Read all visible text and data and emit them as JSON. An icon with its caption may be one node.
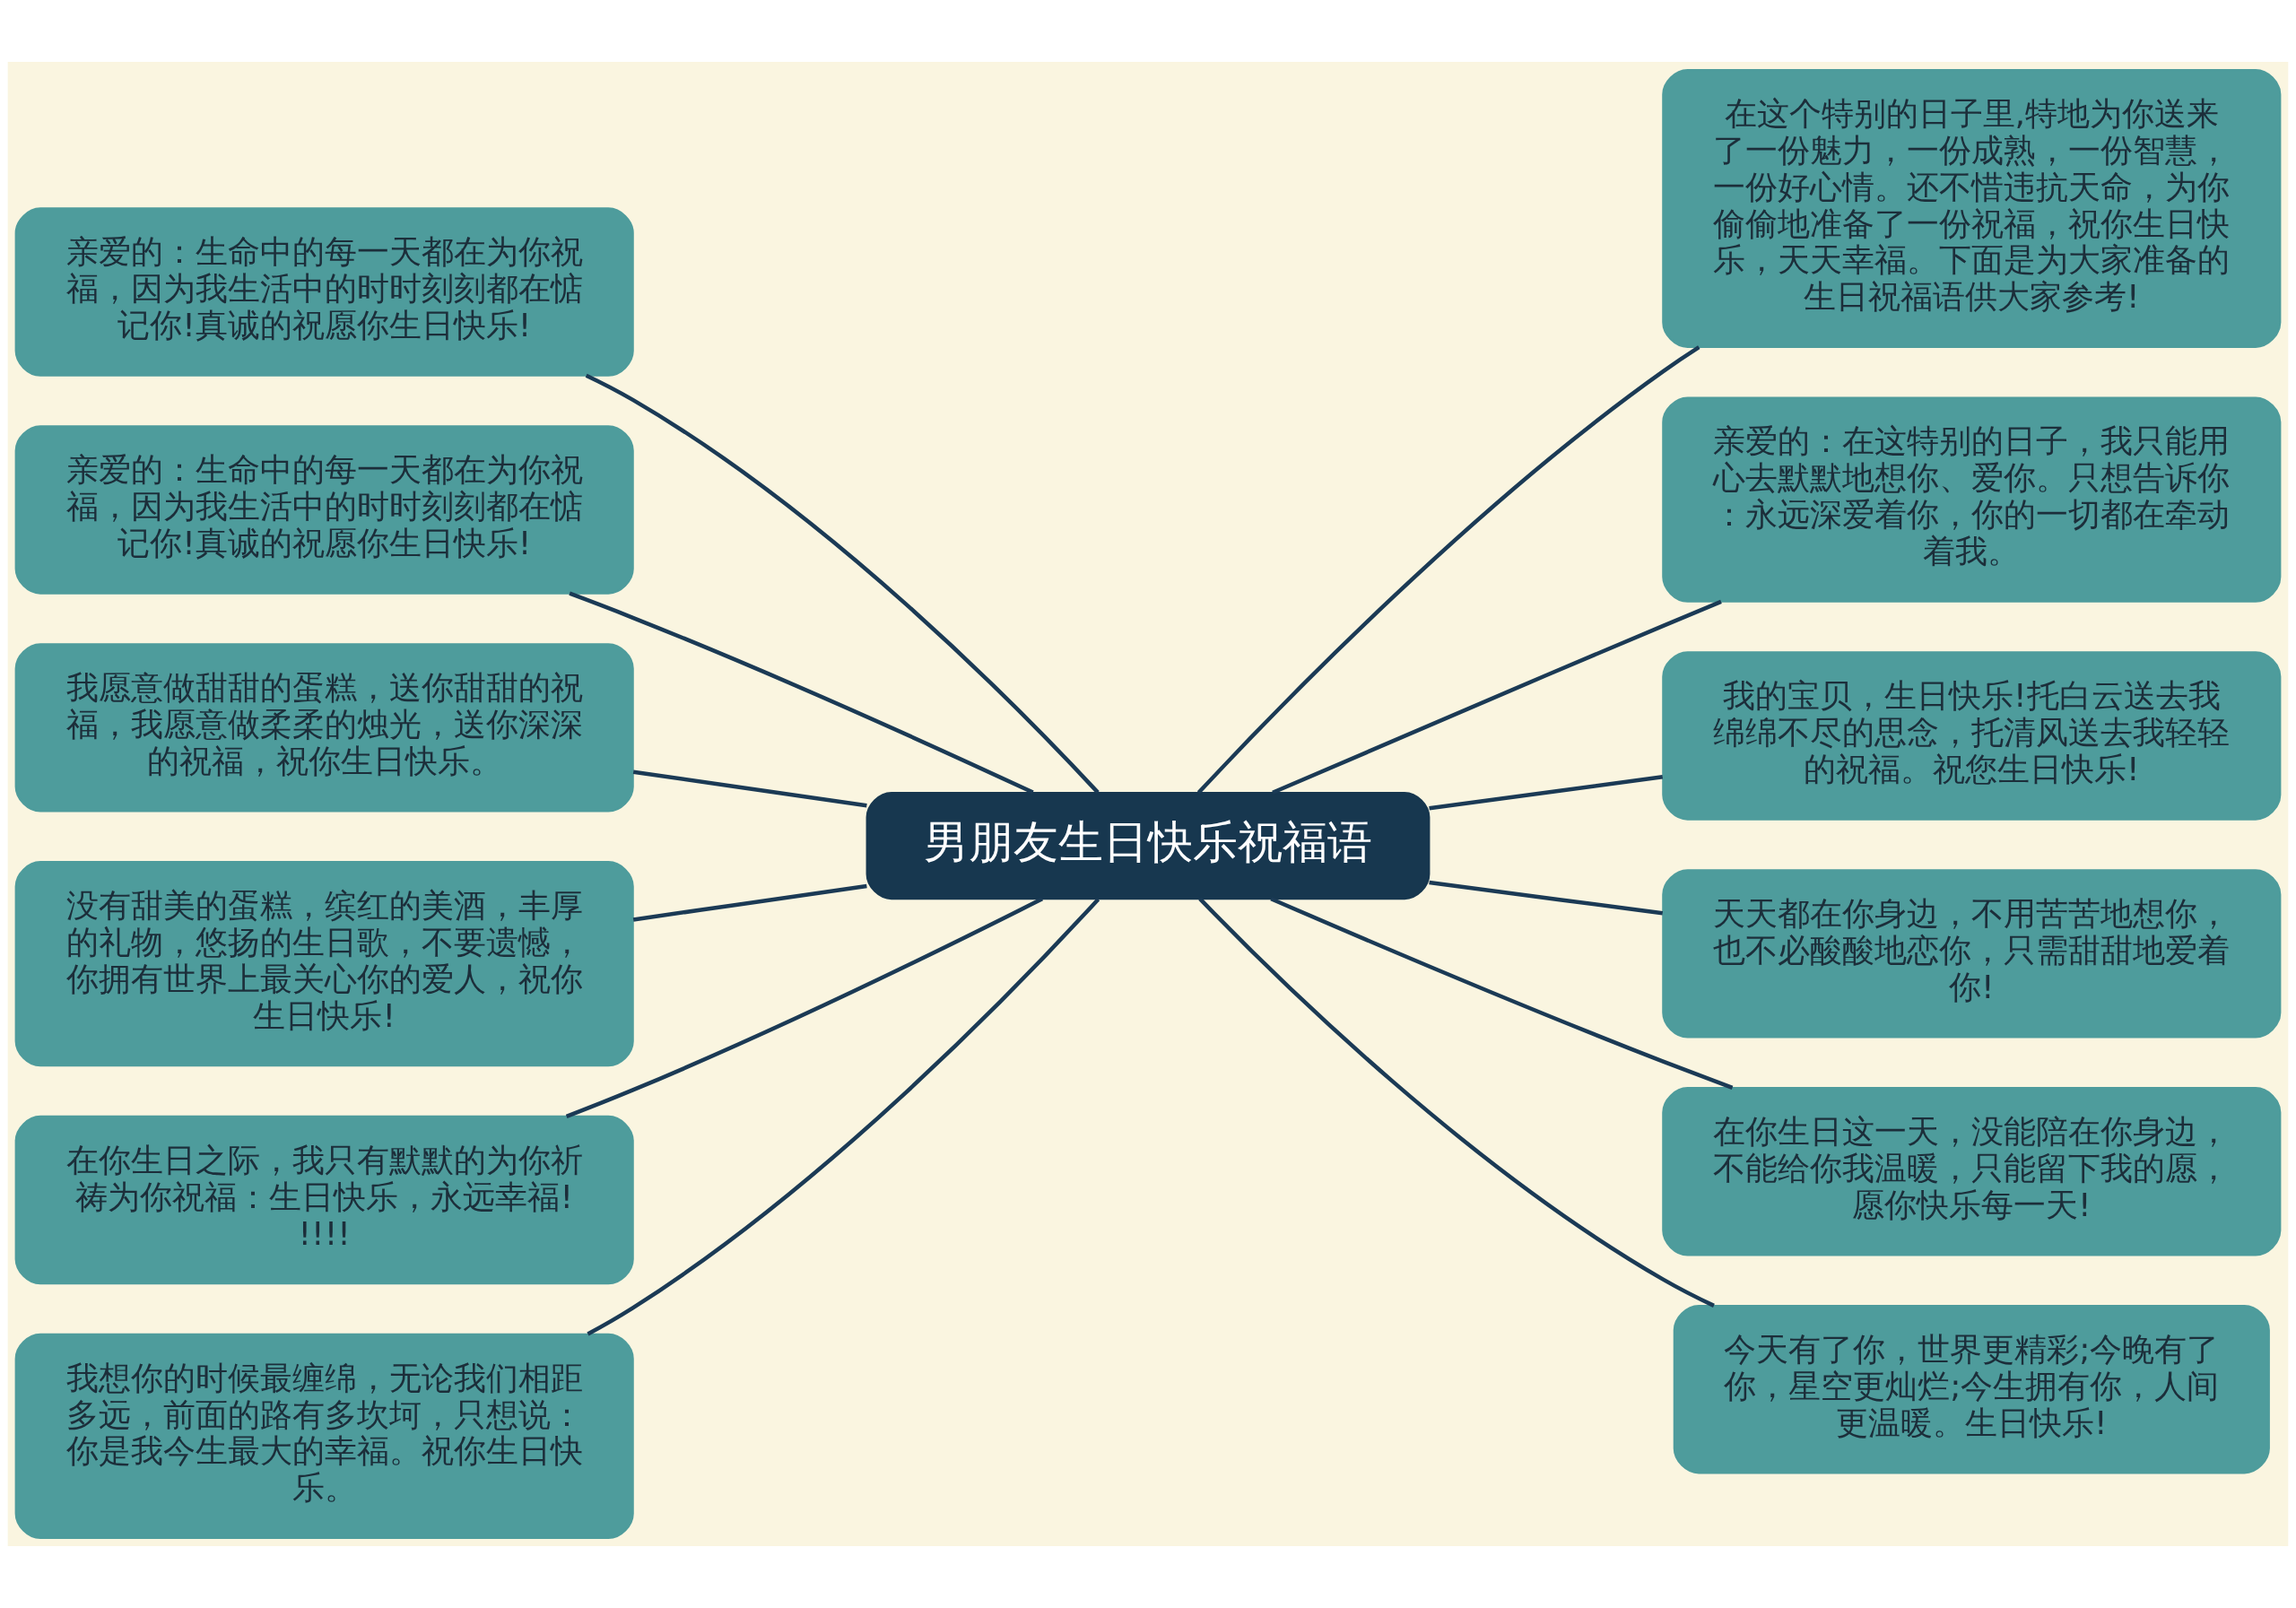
{
  "diagram": {
    "nodes": [
      {
        "text": [
          "男朋友生日快乐祝福语"
        ]
      },
      {
        "text": [
          "亲爱的：生命中的每一天都在为你祝福，因为我生活中的时时刻刻都在惦记你!真诚的祝愿你生日快乐!"
        ]
      },
      {
        "text": [
          "亲爱的：生命中的每一天都在为你祝福，因为我生活中的时时刻刻都在惦记你!真诚的祝愿你生日快乐!"
        ]
      },
      {
        "text": [
          "我愿意做甜甜的蛋糕，送你甜甜的祝福，我愿意做柔柔的烛光，送你深深的祝福，祝你生日快乐。"
        ]
      },
      {
        "text": [
          "没有甜美的蛋糕，缤红的美酒，丰厚的礼物，悠扬的生日歌，不要遗憾，你拥有世界上最关心你的爱人，祝你生日快乐!"
        ]
      },
      {
        "text": [
          "在你生日之际，我只有默默的为你祈祷为你祝福：生日快乐，永远幸福!!!!!"
        ]
      },
      {
        "text": [
          "我想你的时候最缠绵，无论我们相距多远，前面的路有多坎坷，只想说：你是我今生最大的幸福。祝你生日快乐。"
        ]
      },
      {
        "text": [
          "在这个特别的日子里,特地为你送来了一份魅力，一份成熟，一份智慧，一份好心情。还不惜违抗天命，为你偷偷地准备了一份祝福，祝你生日快乐，天天幸福。下面是为大家准备的生日祝福语供大家参考!"
        ]
      },
      {
        "text": [
          "亲爱的：在这特别的日子，我只能用心去默默地想你、爱你。只想告诉你：永远深爱着你，你的一切都在牵动着我。"
        ]
      },
      {
        "text": [
          "我的宝贝，生日快乐!托白云送去我绵绵不尽的思念，托清风送去我轻轻的祝福。祝您生日快乐!"
        ]
      },
      {
        "text": [
          "天天都在你身边，不用苦苦地想你，也不必酸酸地恋你，只需甜甜地爱着你!"
        ]
      },
      {
        "text": [
          "在你生日这一天，没能陪在你身边，不能给你我温暖，只能留下我的愿，愿你快乐每一天!"
        ]
      },
      {
        "text": [
          "今天有了你，世界更精彩;今晚有了你，星空更灿烂;今生拥有你，人间更温暖。生日快乐!"
        ]
      }
    ],
    "edges": [
      {
        "from": 0,
        "to": 1,
        "arrow": "none"
      },
      {
        "from": 0,
        "to": 2,
        "arrow": "none"
      },
      {
        "from": 0,
        "to": 3,
        "arrow": "none"
      },
      {
        "from": 0,
        "to": 4,
        "arrow": "none"
      },
      {
        "from": 0,
        "to": 5,
        "arrow": "none"
      },
      {
        "from": 0,
        "to": 6,
        "arrow": "none"
      },
      {
        "from": 0,
        "to": 7,
        "arrow": "none"
      },
      {
        "from": 0,
        "to": 8,
        "arrow": "none"
      },
      {
        "from": 0,
        "to": 9,
        "arrow": "none"
      },
      {
        "from": 0,
        "to": 10,
        "arrow": "none"
      },
      {
        "from": 0,
        "to": 11,
        "arrow": "none"
      },
      {
        "from": 0,
        "to": 12,
        "arrow": "none"
      }
    ]
  }
}
